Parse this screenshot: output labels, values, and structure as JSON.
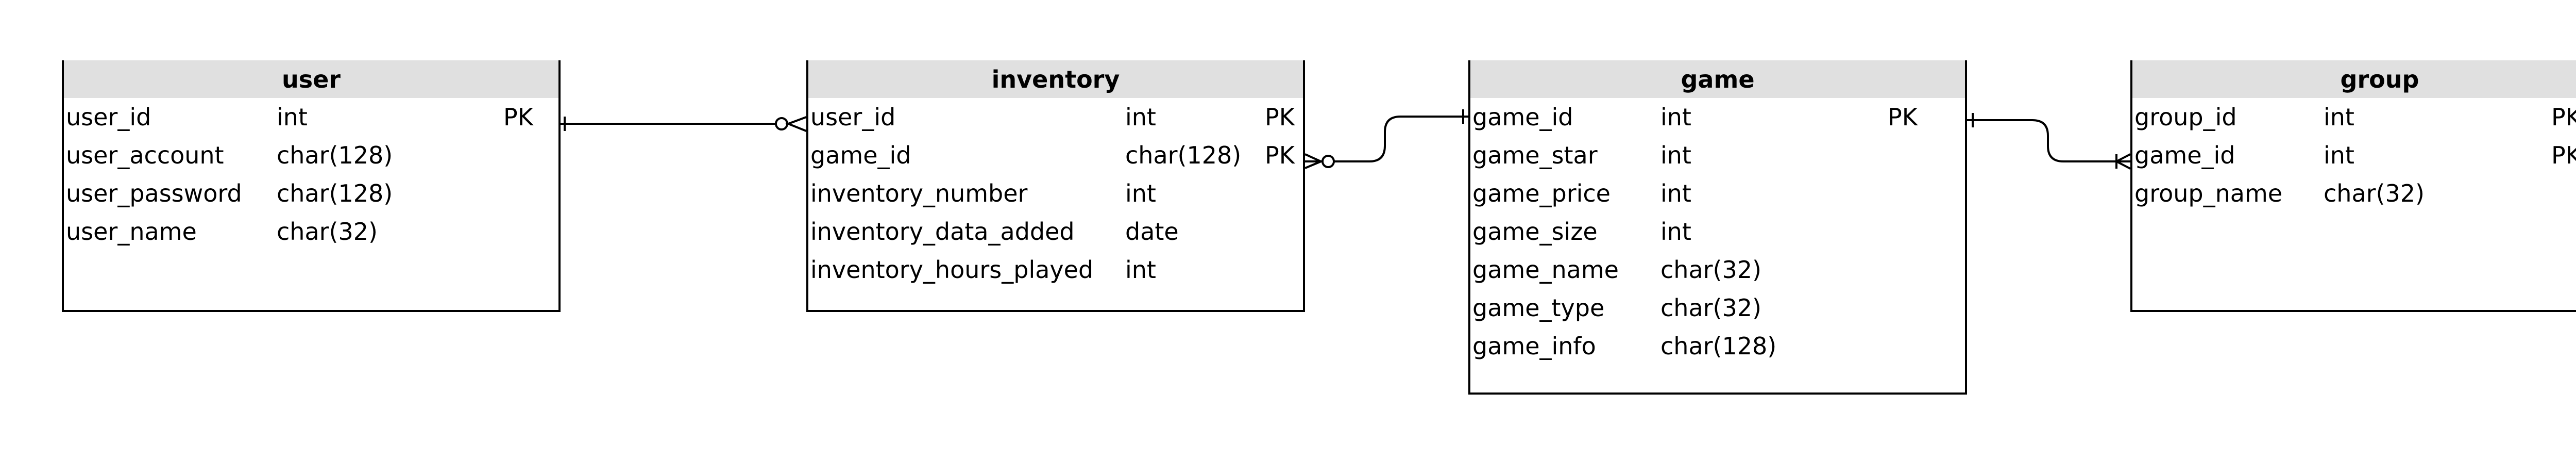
{
  "entities": {
    "user": {
      "title": "user",
      "rows": [
        {
          "name": "user_id",
          "type": "int",
          "key": "PK"
        },
        {
          "name": "user_account",
          "type": "char(128)",
          "key": ""
        },
        {
          "name": "user_password",
          "type": "char(128)",
          "key": ""
        },
        {
          "name": "user_name",
          "type": "char(32)",
          "key": ""
        }
      ]
    },
    "inventory": {
      "title": "inventory",
      "rows": [
        {
          "name": "user_id",
          "type": "int",
          "key": "PK"
        },
        {
          "name": "game_id",
          "type": "char(128)",
          "key": "PK"
        },
        {
          "name": "inventory_number",
          "type": "int",
          "key": ""
        },
        {
          "name": "inventory_data_added",
          "type": "date",
          "key": ""
        },
        {
          "name": "inventory_hours_played",
          "type": "int",
          "key": ""
        }
      ]
    },
    "game": {
      "title": "game",
      "rows": [
        {
          "name": "game_id",
          "type": "int",
          "key": "PK"
        },
        {
          "name": "game_star",
          "type": "int",
          "key": ""
        },
        {
          "name": "game_price",
          "type": "int",
          "key": ""
        },
        {
          "name": "game_size",
          "type": "int",
          "key": ""
        },
        {
          "name": "game_name",
          "type": "char(32)",
          "key": ""
        },
        {
          "name": "game_type",
          "type": "char(32)",
          "key": ""
        },
        {
          "name": "game_info",
          "type": "char(128)",
          "key": ""
        }
      ]
    },
    "group": {
      "title": "group",
      "rows": [
        {
          "name": "group_id",
          "type": "int",
          "key": "PK"
        },
        {
          "name": "game_id",
          "type": "int",
          "key": "PK"
        },
        {
          "name": "group_name",
          "type": "char(32)",
          "key": ""
        }
      ]
    }
  },
  "relationships": [
    {
      "from": "user.user_id",
      "to": "inventory.user_id",
      "from_cardinality": "one",
      "to_cardinality": "zero-or-many"
    },
    {
      "from": "inventory.game_id",
      "to": "game.game_id",
      "from_cardinality": "zero-or-many",
      "to_cardinality": "one"
    },
    {
      "from": "game.game_id",
      "to": "group.game_id",
      "from_cardinality": "one",
      "to_cardinality": "one-or-many"
    }
  ],
  "colors": {
    "header_background": "#e0e0e0",
    "line": "#000000",
    "background": "#ffffff"
  }
}
